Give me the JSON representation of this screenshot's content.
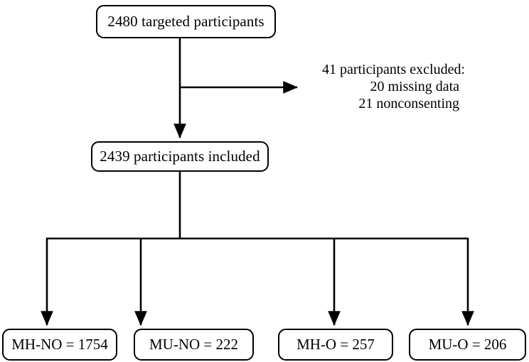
{
  "diagram": {
    "type": "participant-flow-diagram",
    "nodes": {
      "targeted": {
        "label": "2480 targeted participants"
      },
      "included": {
        "label": "2439 participants included"
      }
    },
    "exclusion": {
      "lines": [
        "41 participants excluded:",
        "20 missing data",
        "21 nonconsenting"
      ],
      "total_excluded": 41,
      "reasons": [
        {
          "count": 20,
          "reason": "missing data"
        },
        {
          "count": 21,
          "reason": "nonconsenting"
        }
      ]
    },
    "groups": [
      {
        "label": "MH-NO = 1754",
        "name": "MH-NO",
        "value": 1754
      },
      {
        "label": "MU-NO = 222",
        "name": "MU-NO",
        "value": 222
      },
      {
        "label": "MH-O = 257",
        "name": "MH-O",
        "value": 257
      },
      {
        "label": "MU-O = 206",
        "name": "MU-O",
        "value": 206
      }
    ],
    "colors": {
      "stroke": "#000000",
      "background": "#ffffff",
      "text": "#000000"
    }
  }
}
